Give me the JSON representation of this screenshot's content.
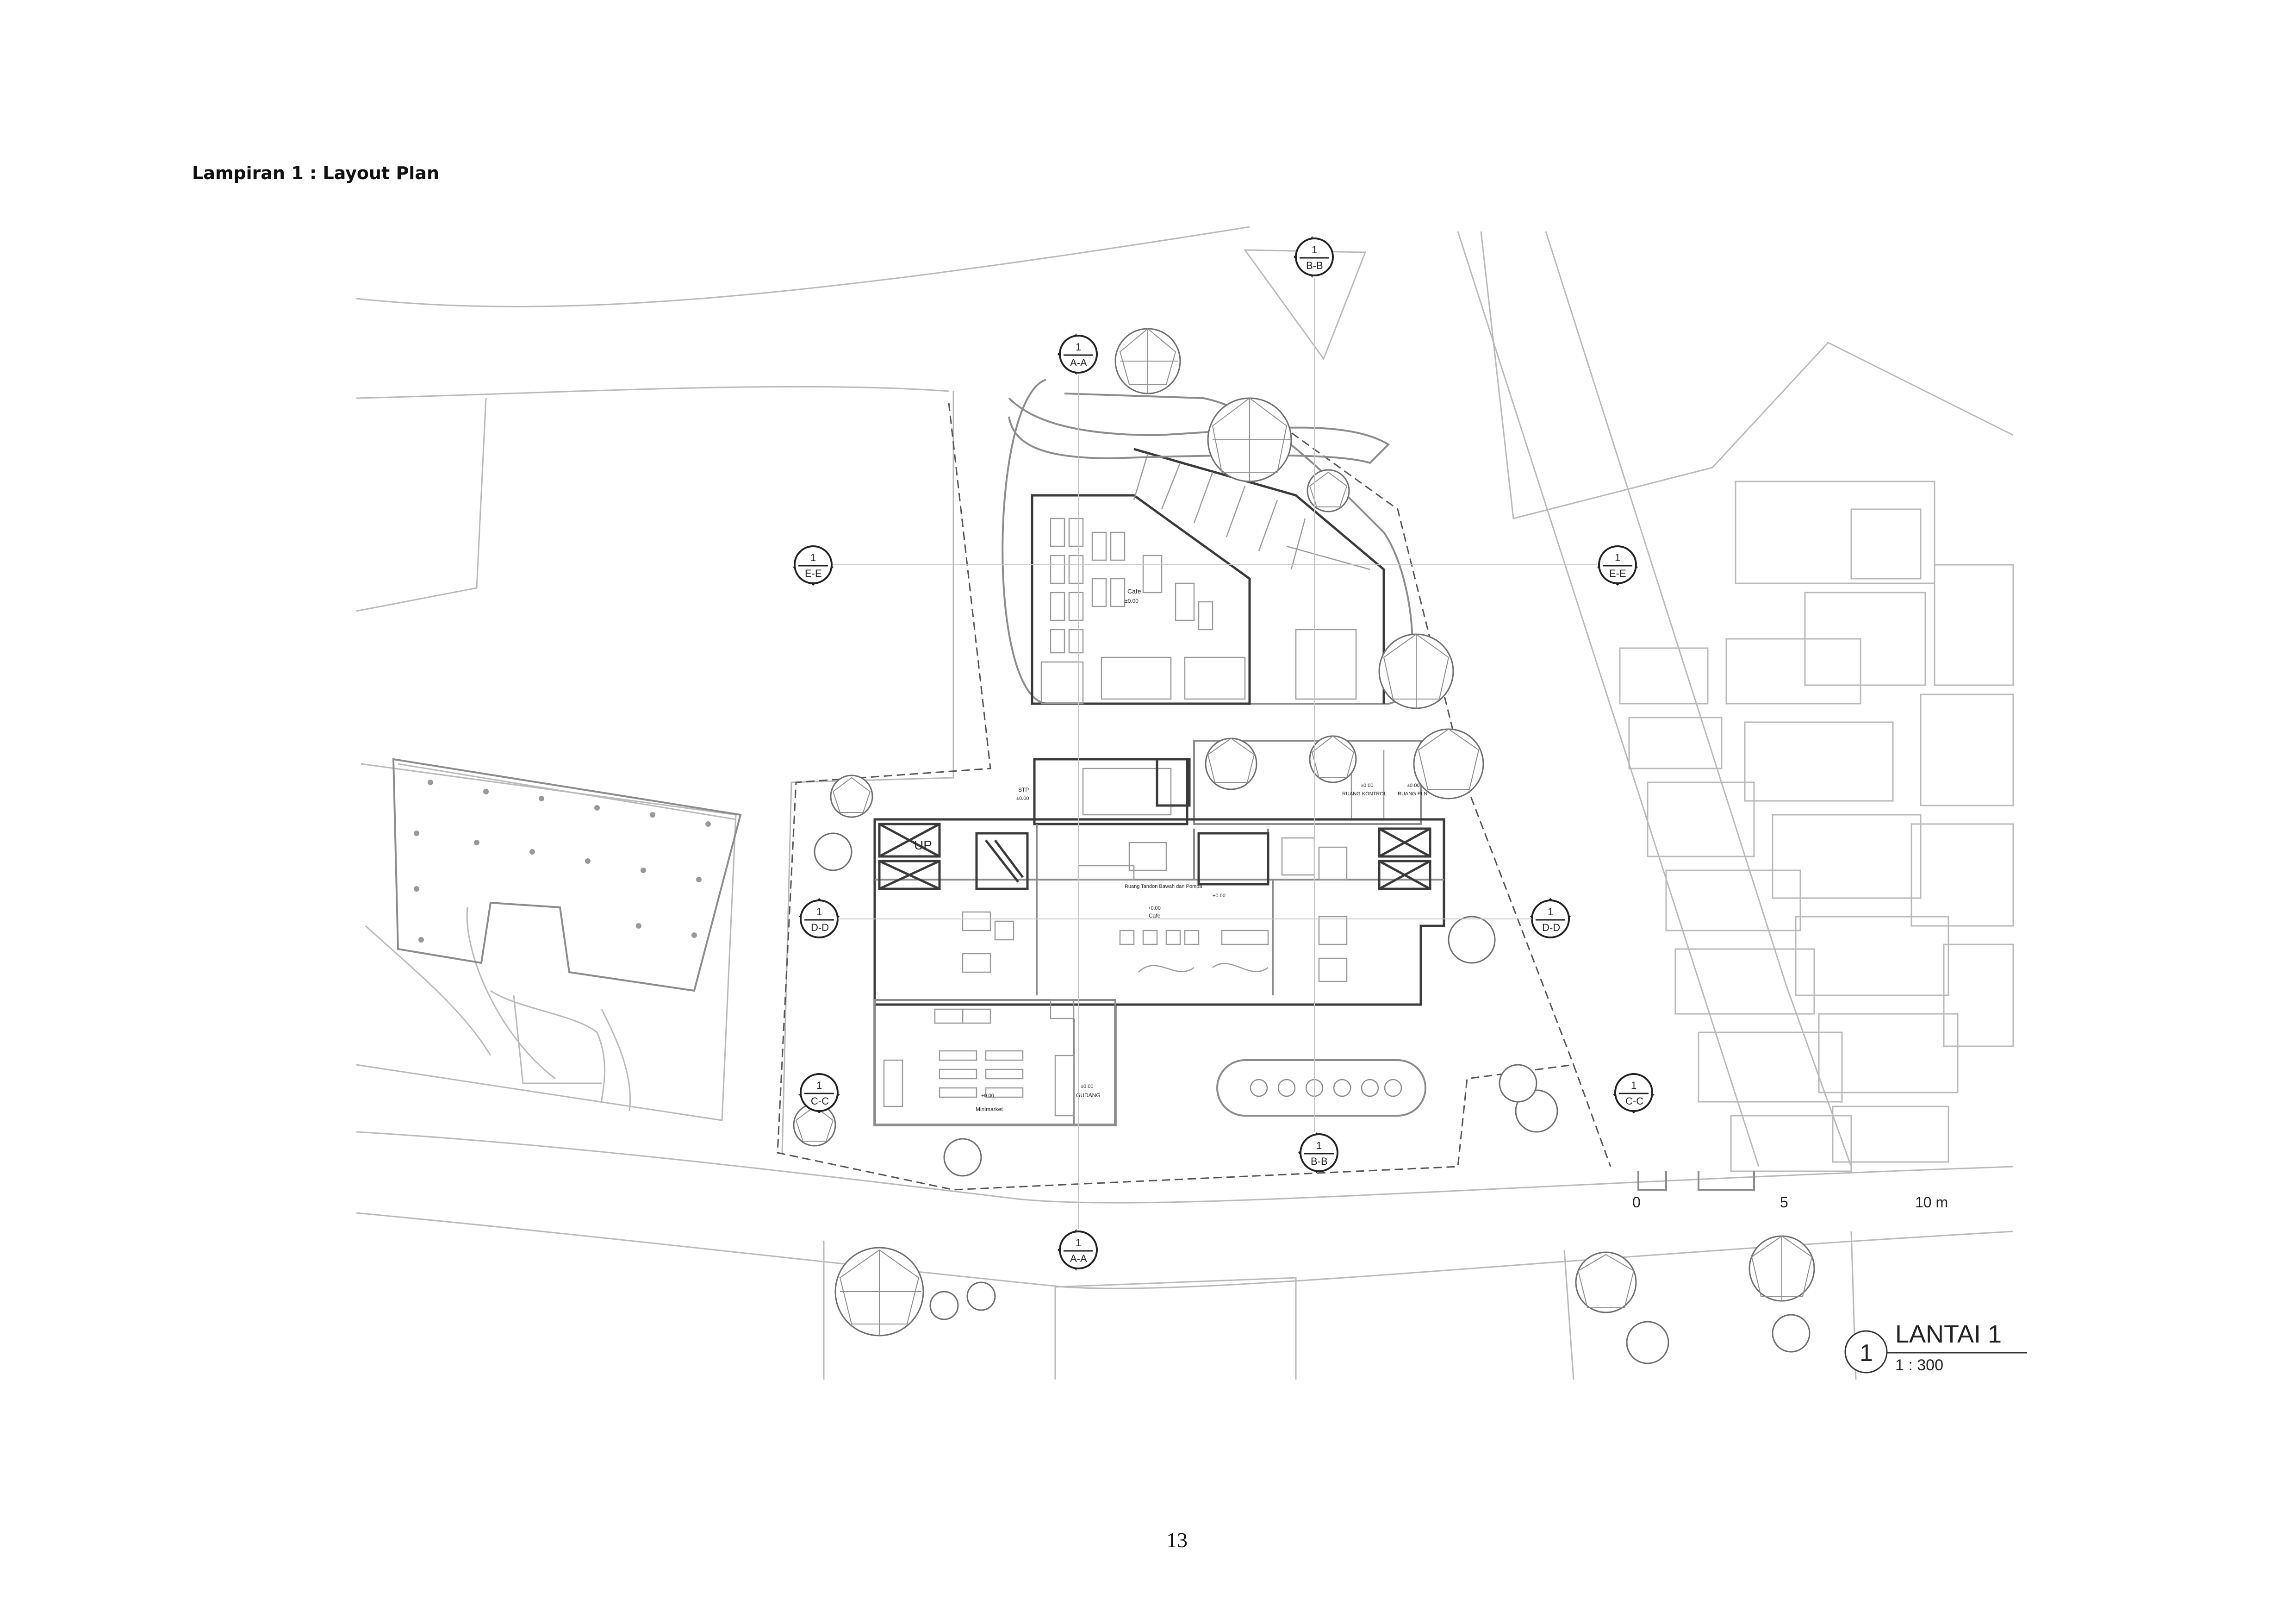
{
  "document": {
    "heading": "Lampiran 1 : Layout Plan",
    "page_number": "13"
  },
  "drawing": {
    "title": "LANTAI 1",
    "number": "1",
    "scale": "1 : 300",
    "scale_bar": {
      "labels": [
        "0",
        "5",
        "10 m"
      ]
    }
  },
  "section_markers": [
    {
      "id": "bb-top",
      "number": "1",
      "code": "B-B"
    },
    {
      "id": "aa-top",
      "number": "1",
      "code": "A-A"
    },
    {
      "id": "ee-left",
      "number": "1",
      "code": "E-E"
    },
    {
      "id": "ee-right",
      "number": "1",
      "code": "E-E"
    },
    {
      "id": "dd-left",
      "number": "1",
      "code": "D-D"
    },
    {
      "id": "dd-right",
      "number": "1",
      "code": "D-D"
    },
    {
      "id": "cc-left",
      "number": "1",
      "code": "C-C"
    },
    {
      "id": "cc-right",
      "number": "1",
      "code": "C-C"
    },
    {
      "id": "bb-bottom",
      "number": "1",
      "code": "B-B"
    },
    {
      "id": "aa-bottom",
      "number": "1",
      "code": "A-A"
    }
  ],
  "rooms": {
    "cafe_upper": {
      "name": "Cafe",
      "level": "±0.00"
    },
    "stp": {
      "name": "STP",
      "level": "±0.00"
    },
    "ruang_kontrol": {
      "name": "RUANG KONTROL",
      "level": "±0.00"
    },
    "ruang_pln": {
      "name": "RUANG PLN",
      "level": "±0.00"
    },
    "ruang_tandon": {
      "name": "Ruang Tandon Bawah dan Pompa",
      "level": "+0.00"
    },
    "cafe_lower": {
      "name": "Cafe",
      "level": "+0.00"
    },
    "minimarket": {
      "name": "Minimarket",
      "level": "+0.00"
    },
    "gudang": {
      "name": "GUDANG",
      "level": "±0.00"
    },
    "stair_up": {
      "name": "UP"
    }
  }
}
